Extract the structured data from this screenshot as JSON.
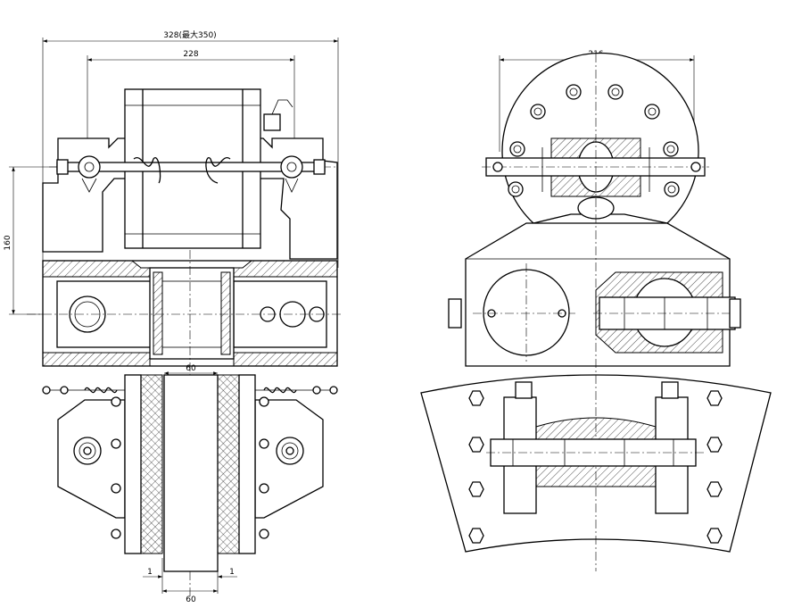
{
  "dimensions": {
    "overall_width": "328(最大350)",
    "pivot_width": "228",
    "height": "160",
    "disc_thickness": "60",
    "gap_left": "1",
    "gap_right": "1",
    "disc_bottom": "60",
    "side_width": "216"
  }
}
